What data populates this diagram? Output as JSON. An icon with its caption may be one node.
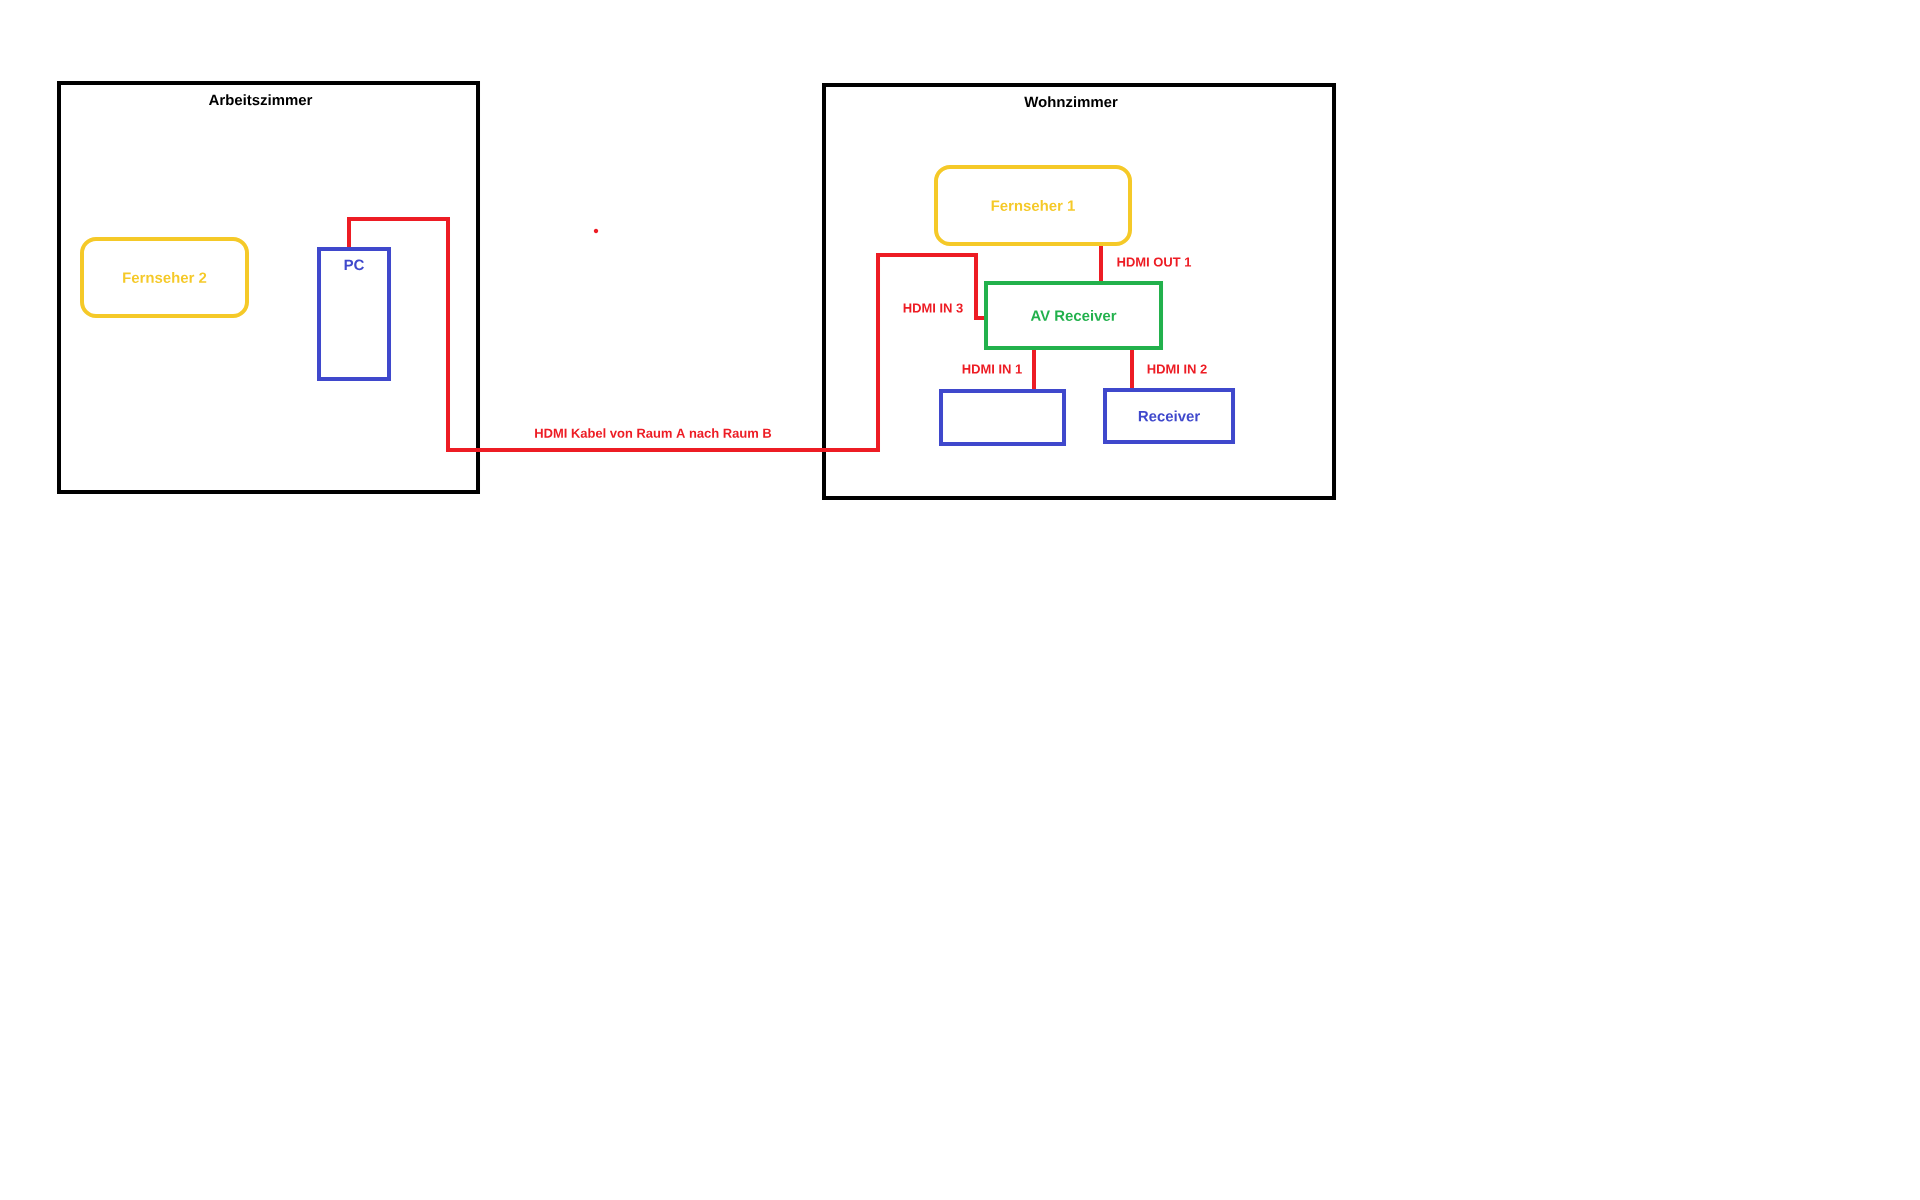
{
  "diagram": {
    "nodes": [
      {
        "text": [
          "Arbeitszimmer"
        ]
      },
      {
        "text": [
          "Fernseher 2"
        ],
        "in": 0
      },
      {
        "text": [
          "PC"
        ],
        "in": 0
      },
      {
        "text": [
          "Wohnzimmer"
        ]
      },
      {
        "text": [
          "Fernseher 1"
        ],
        "in": 3
      },
      {
        "text": [
          "AV Receiver"
        ],
        "in": 3
      },
      {
        "text": [],
        "shape": "box",
        "in": 3
      },
      {
        "text": [
          "Receiver"
        ],
        "in": 3
      }
    ],
    "edges": [
      {
        "from": 2,
        "to": 5,
        "arrow": "none",
        "label": "HDMI Kabel von Raum A nach Raum B"
      },
      {
        "from": 4,
        "to": 5,
        "arrow": "none",
        "label": "HDMI OUT 1"
      },
      {
        "from": 5,
        "to": 6,
        "arrow": "none",
        "label": "HDMI IN 1"
      },
      {
        "from": 5,
        "to": 7,
        "arrow": "none",
        "label": "HDMI IN 2"
      }
    ],
    "labels": [
      "HDMI IN 3"
    ]
  }
}
